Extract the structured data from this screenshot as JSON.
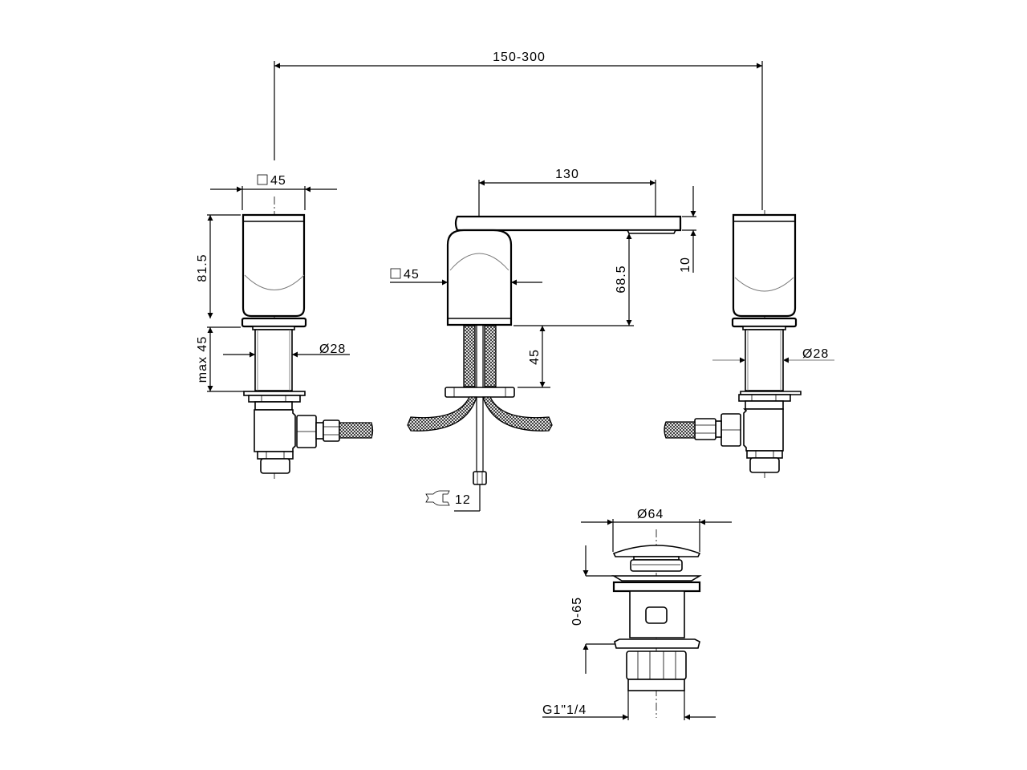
{
  "drawing": {
    "title": "Three-hole basin mixer technical drawing",
    "dimensions": {
      "overall_spacing": "150-300",
      "left_handle_width": "45",
      "left_handle_height": "81.5",
      "left_max_deck": "max 45",
      "left_shank_diameter": "28",
      "spout_reach": "130",
      "spout_body_width": "45",
      "spout_height": "68.5",
      "spout_thickness": "10",
      "spout_deck": "45",
      "wrench_size": "12",
      "right_shank_diameter": "28",
      "waste_diameter": "64",
      "waste_range": "0-65",
      "waste_thread": "G1\"1/4"
    },
    "symbols": {
      "square": "□",
      "diameter": "Ø",
      "wrench": "wrench-icon"
    }
  }
}
